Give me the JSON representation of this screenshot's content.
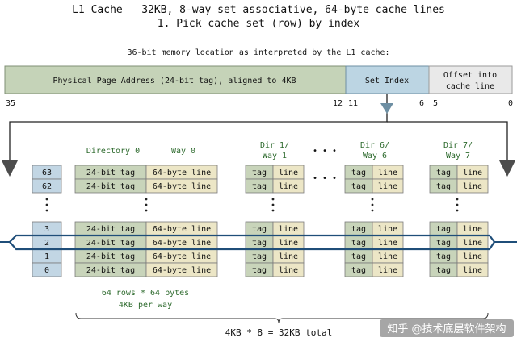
{
  "header": {
    "title_line1": "L1 Cache – 32KB, 8-way set associative, 64-byte cache lines",
    "title_line2": "1. Pick cache set (row) by index",
    "subtitle": "36-bit memory location as interpreted by the L1 cache:"
  },
  "address_bar": {
    "tag_label": "Physical Page Address (24-bit tag), aligned to 4KB",
    "index_label": "Set Index",
    "offset_label_line1": "Offset into",
    "offset_label_line2": "cache line",
    "bit_35": "35",
    "bit_12": "12",
    "bit_11": "11",
    "bit_6": "6",
    "bit_5": "5",
    "bit_0": "0"
  },
  "columns": {
    "directory0": "Directory 0",
    "way0": "Way 0",
    "dir1_line1": "Dir 1/",
    "dir1_line2": "Way 1",
    "dir6_line1": "Dir 6/",
    "dir6_line2": "Way 6",
    "dir7_line1": "Dir 7/",
    "dir7_line2": "Way 7",
    "ellipsis": "• • •"
  },
  "set_indices": {
    "top": [
      "63",
      "62"
    ],
    "bottom": [
      "3",
      "2",
      "1",
      "0"
    ]
  },
  "cells": {
    "tag24": "24-bit tag",
    "line64": "64-byte line",
    "tag": "tag",
    "line": "line"
  },
  "notes": {
    "rows_line1": "64 rows * 64 bytes",
    "rows_line2": "4KB per way",
    "total": "4KB * 8 = 32KB total"
  },
  "watermark": "知乎 @技术底层软件架构",
  "colors": {
    "tag_bar": "#c5d3b8",
    "index_bar": "#bcd5e3",
    "offset_bar": "#e9e9e9",
    "index_cell": "#c2d6e4",
    "tag_cell": "#c8d4ba",
    "line_cell": "#ece6c6",
    "highlight": "#1f4e79",
    "label_green": "#2d6a2d"
  }
}
